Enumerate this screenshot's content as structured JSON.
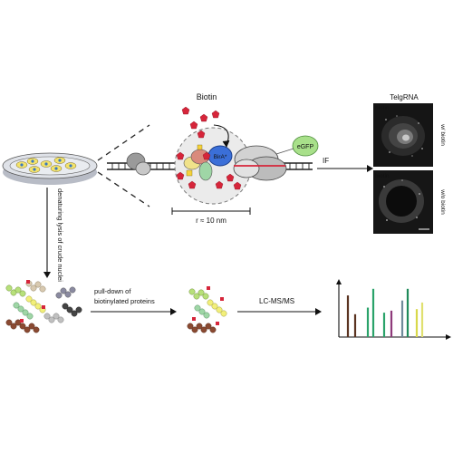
{
  "labels": {
    "biotin": "Biotin",
    "enzyme": "BirA*",
    "tag": "eGFP",
    "radius": "r ≈ 10 nm",
    "if_step": "IF",
    "lysis": "denaturing lysis of crude nuclei",
    "pulldown": "pull-down of biotinylated proteins",
    "ms": "LC-MS/MS"
  },
  "microscopy": {
    "title": "TelgRNA",
    "panels": [
      {
        "corner_label": "biotin",
        "side_label": "w/ biotin"
      },
      {
        "corner_label": "biotin",
        "side_label": "w/o biotin"
      }
    ]
  },
  "colors": {
    "biotin": "#d6253a",
    "enzyme": "#3b6fd8",
    "egfp": "#a8e08a",
    "complex": "#c9c9c9",
    "dna": "#222222",
    "dish": "#cfd3db",
    "cell": "#f3e36b",
    "ms_peaks": [
      "#5a3320",
      "#5a3320",
      "#2aa36a",
      "#2aa36a",
      "#2aa36a",
      "#8e3a7a",
      "#6f8a9a",
      "#1f8a5a",
      "#d8d84a",
      "#e0e070"
    ]
  },
  "peaks": [
    0.82,
    0.45,
    0.58,
    0.95,
    0.48,
    0.52,
    0.72,
    0.95,
    0.55,
    0.68
  ]
}
